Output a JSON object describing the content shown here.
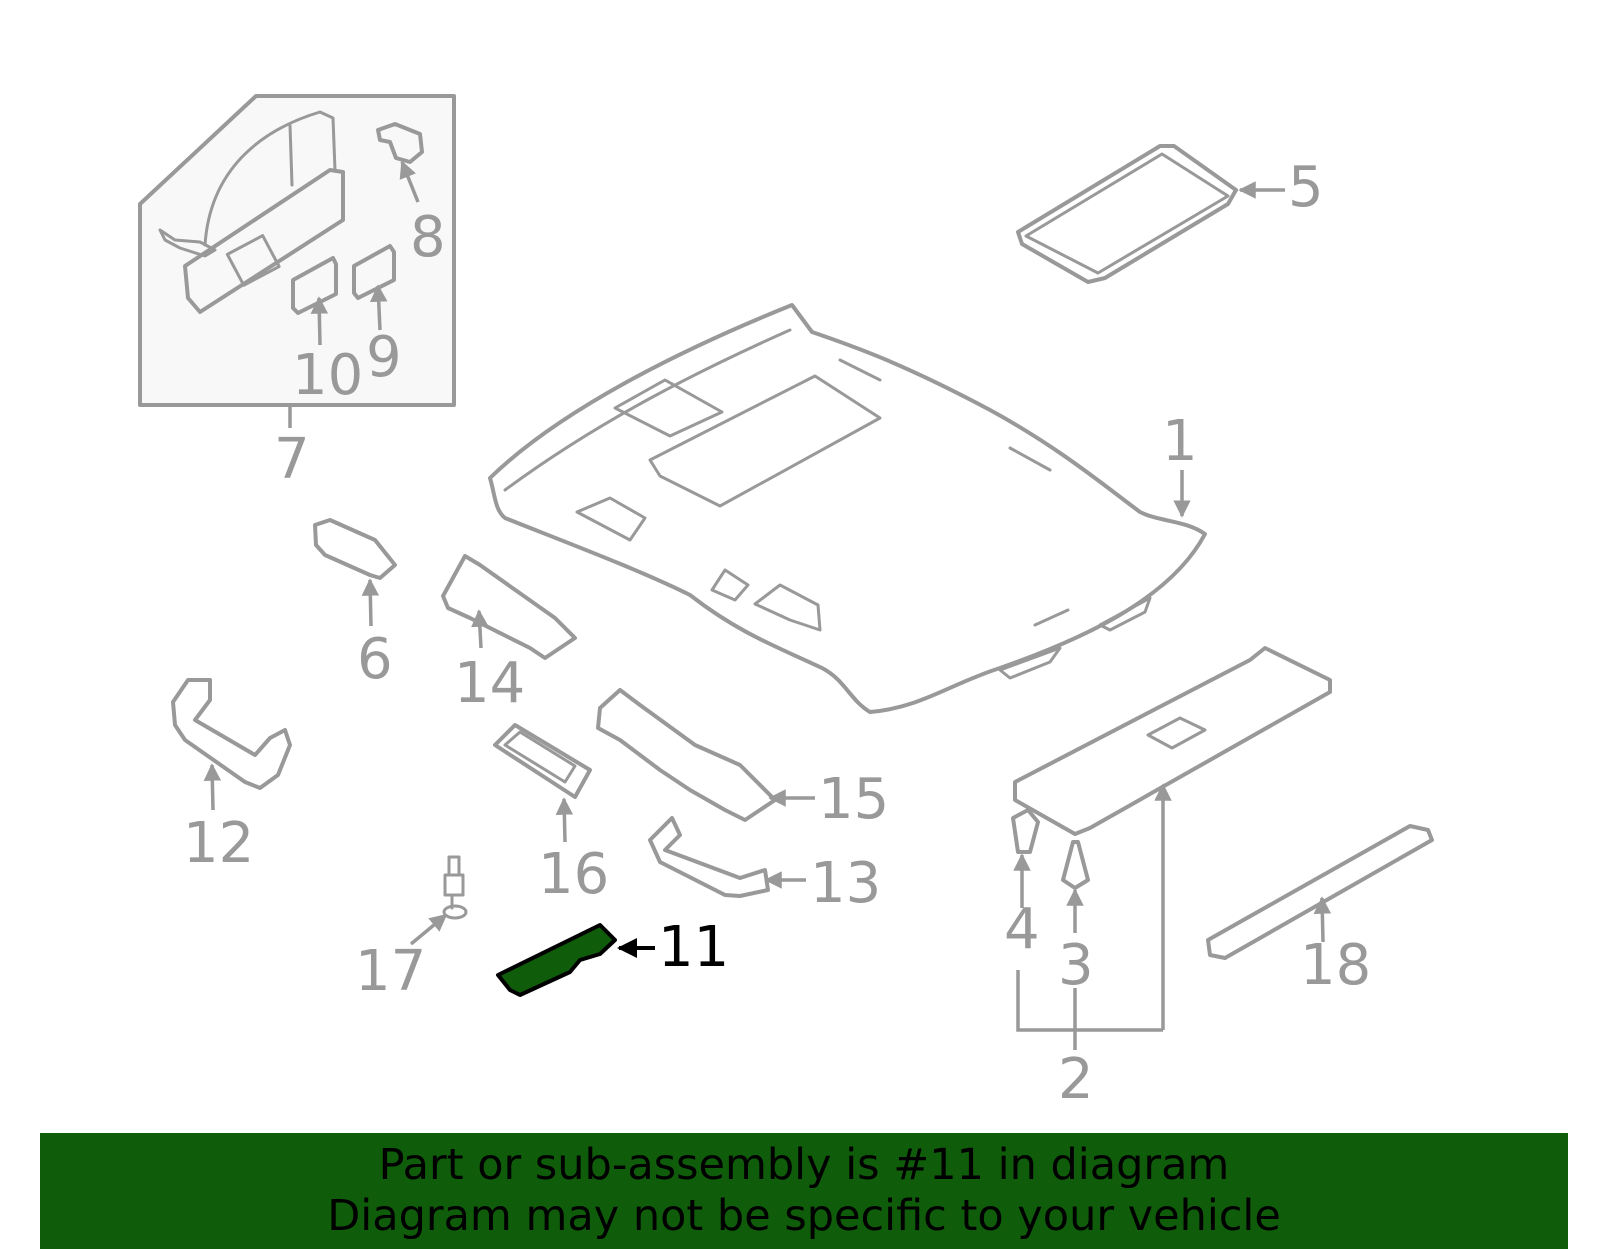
{
  "diagram": {
    "highlight_color": "#0f5c0a",
    "highlighted_part": "11",
    "callouts": [
      {
        "id": "1",
        "label": "1"
      },
      {
        "id": "2",
        "label": "2"
      },
      {
        "id": "3",
        "label": "3"
      },
      {
        "id": "4",
        "label": "4"
      },
      {
        "id": "5",
        "label": "5"
      },
      {
        "id": "6",
        "label": "6"
      },
      {
        "id": "7",
        "label": "7"
      },
      {
        "id": "8",
        "label": "8"
      },
      {
        "id": "9",
        "label": "9"
      },
      {
        "id": "10",
        "label": "10"
      },
      {
        "id": "11",
        "label": "11"
      },
      {
        "id": "12",
        "label": "12"
      },
      {
        "id": "13",
        "label": "13"
      },
      {
        "id": "14",
        "label": "14"
      },
      {
        "id": "15",
        "label": "15"
      },
      {
        "id": "16",
        "label": "16"
      },
      {
        "id": "17",
        "label": "17"
      },
      {
        "id": "18",
        "label": "18"
      }
    ]
  },
  "banner": {
    "line1": "Part or sub-assembly is #11 in diagram",
    "line2": "Diagram may not be specific to your vehicle",
    "background": "#0f5c0a"
  }
}
